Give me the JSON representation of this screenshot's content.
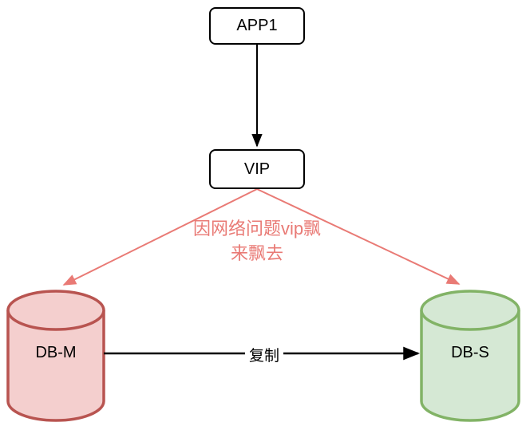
{
  "diagram": {
    "nodes": {
      "app1": {
        "label": "APP1"
      },
      "vip": {
        "label": "VIP"
      },
      "db_master": {
        "label": "DB-M"
      },
      "db_slave": {
        "label": "DB-S"
      }
    },
    "edges": {
      "app1_to_vip": {
        "type": "arrow-black"
      },
      "vip_to_db_m": {
        "type": "arrow-red"
      },
      "vip_to_db_s": {
        "type": "arrow-red"
      },
      "replication": {
        "label": "复制",
        "type": "arrow-black"
      }
    },
    "note": {
      "text": "因网络问题vip飘来飘去",
      "line1": "因网络问题vip飘",
      "line2": "来飘去"
    },
    "colors": {
      "background": "#ffffff",
      "node_border": "#000000",
      "node_fill": "#ffffff",
      "connector_black": "#000000",
      "accent_red": "#e97a75",
      "db_master_fill": "#f4cfce",
      "db_master_stroke": "#b85450",
      "db_slave_fill": "#d5e8d4",
      "db_slave_stroke": "#82b366",
      "label_text": "#000000"
    }
  }
}
